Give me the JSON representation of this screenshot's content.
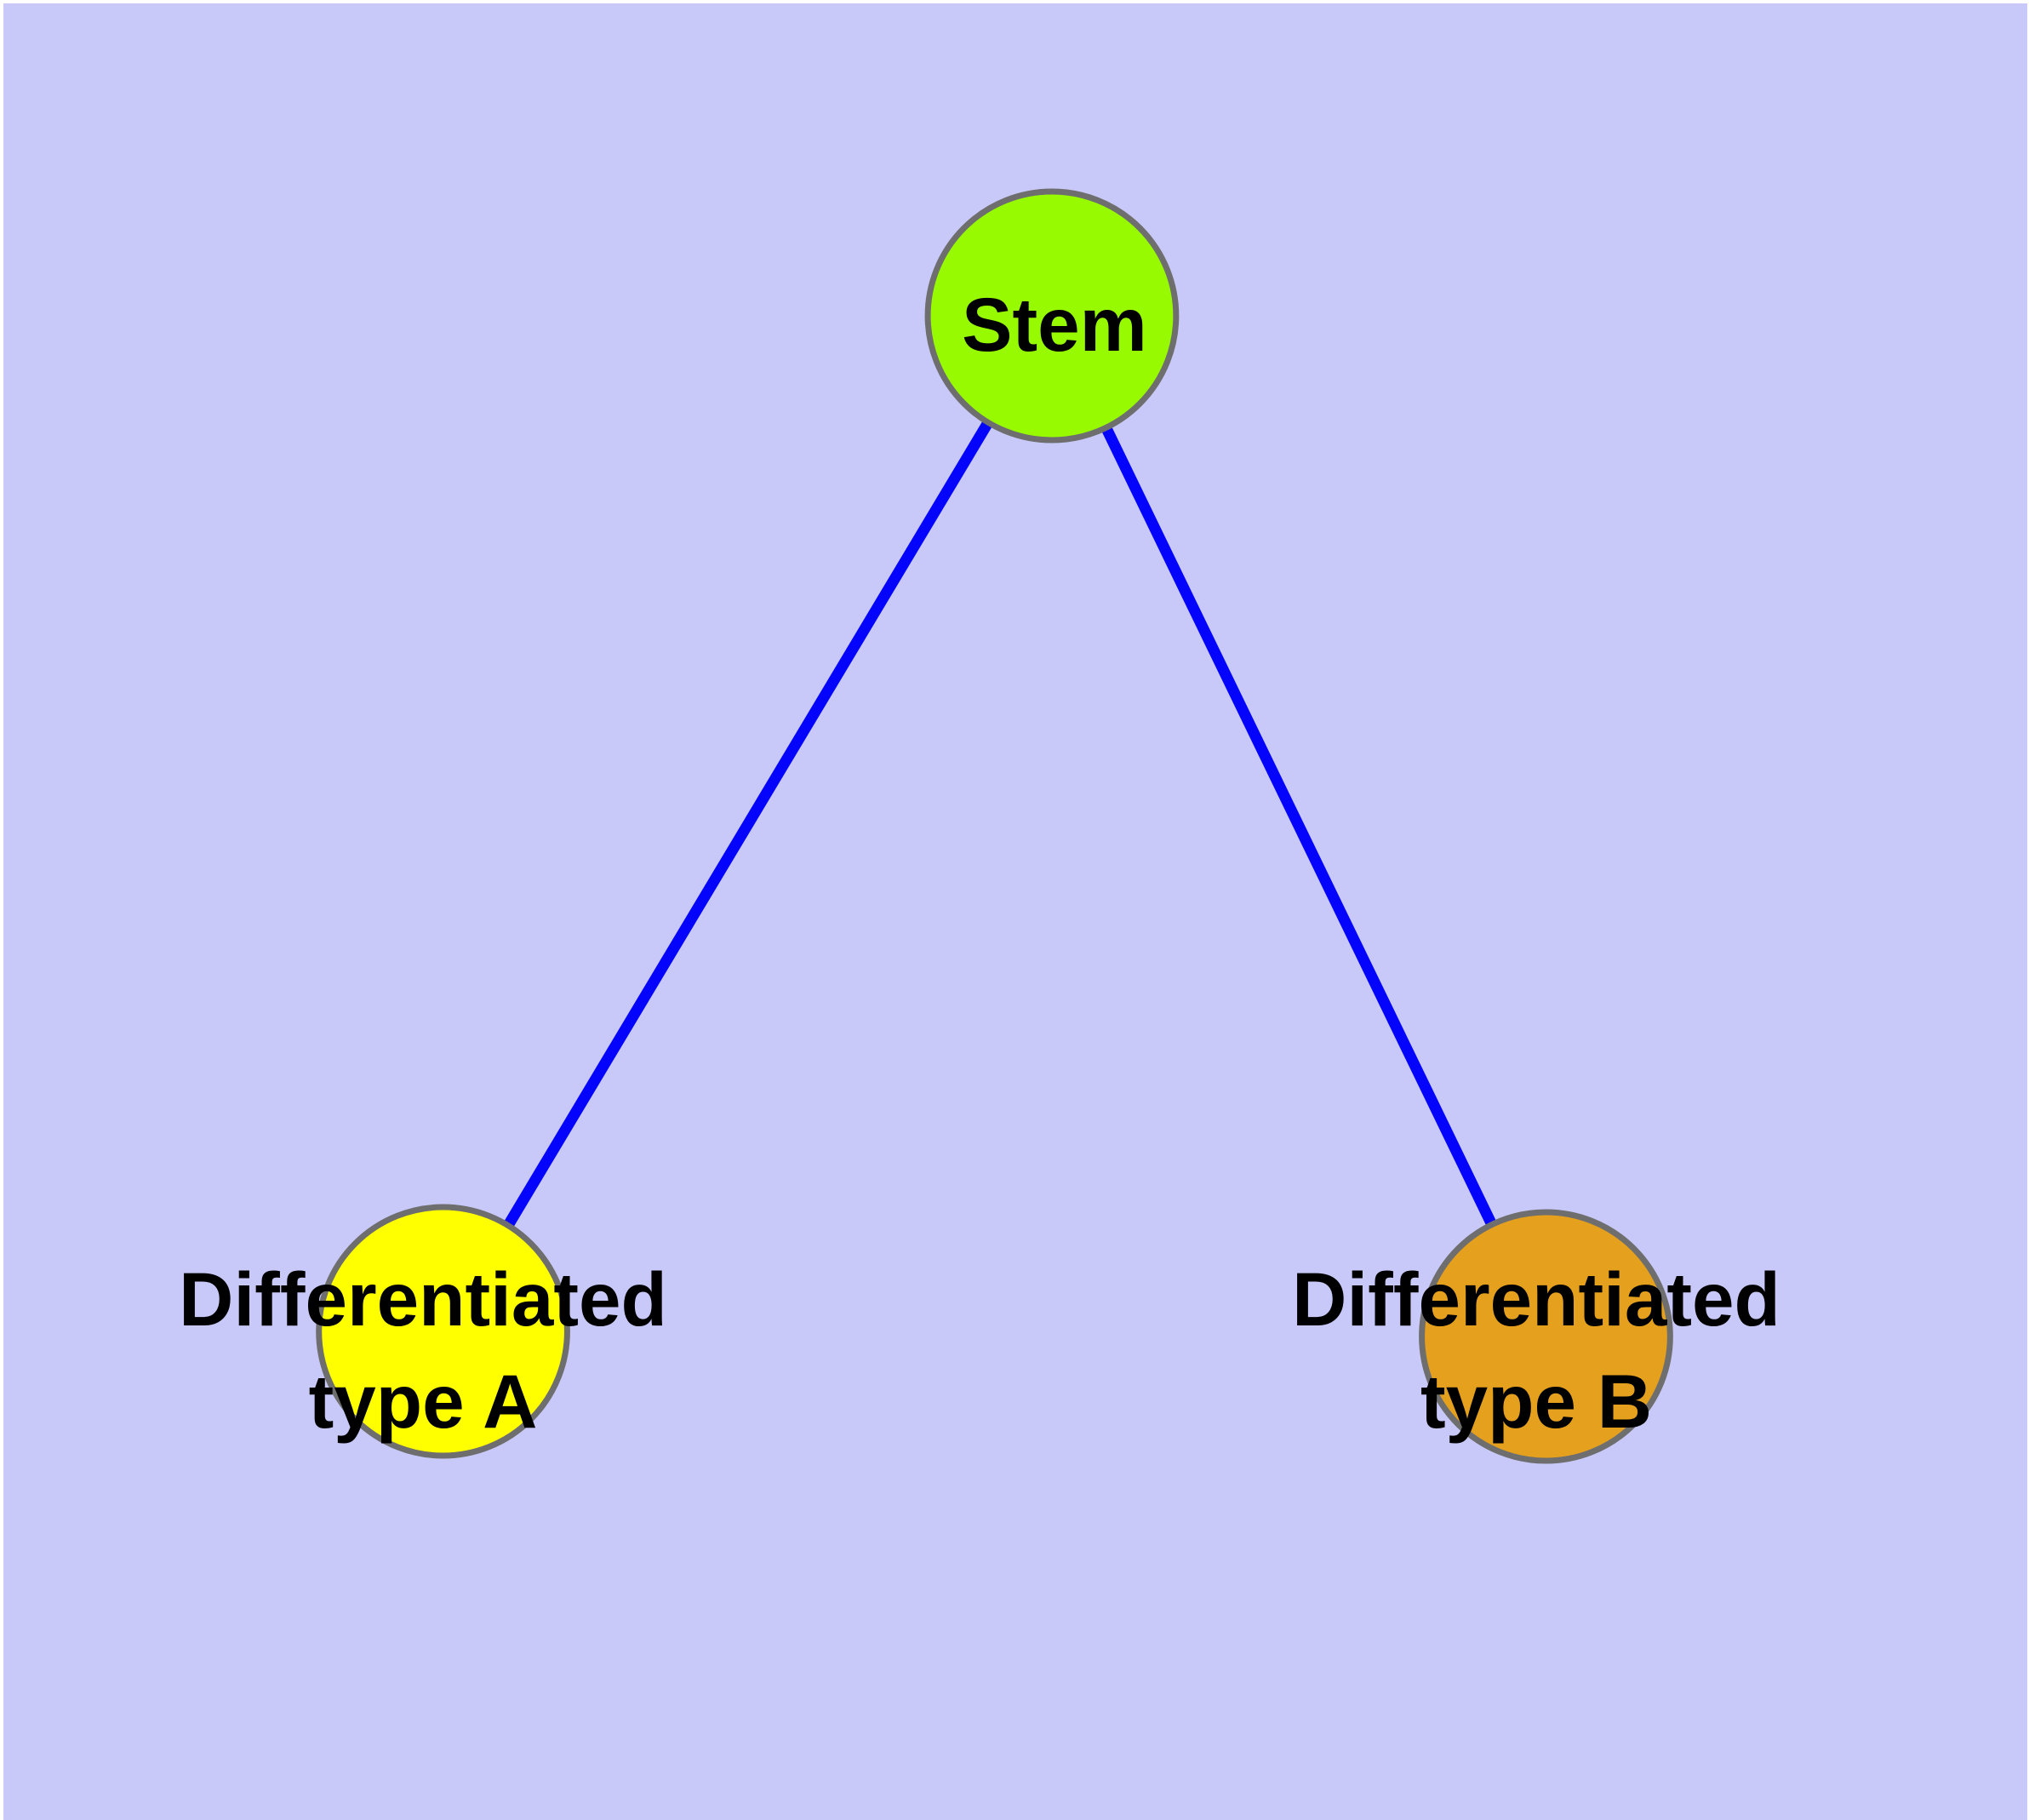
{
  "page": {
    "background": "#ffffff",
    "canvas_background": "#c8c9f8"
  },
  "diagram": {
    "type": "node-link-graph",
    "description": "Cell differentiation hierarchy: one stem node connected to two differentiated type nodes",
    "style": {
      "node_border_color": "#6e6e6e",
      "node_border_width": 7,
      "edge_color": "#0404fc",
      "edge_width": 13,
      "label_color": "#000000"
    },
    "nodes": [
      {
        "id": "stem",
        "label": "Stem",
        "fill": "#97fa00"
      },
      {
        "id": "type-a",
        "label": "Differentiated\ntype A",
        "fill": "#ffff00"
      },
      {
        "id": "type-b",
        "label": "Differentiated\ntype B",
        "fill": "#e5a01e"
      }
    ],
    "edges": [
      {
        "id": "stem-to-type-a",
        "from": "stem",
        "to": "type-a"
      },
      {
        "id": "stem-to-type-b",
        "from": "stem",
        "to": "type-b"
      }
    ]
  }
}
